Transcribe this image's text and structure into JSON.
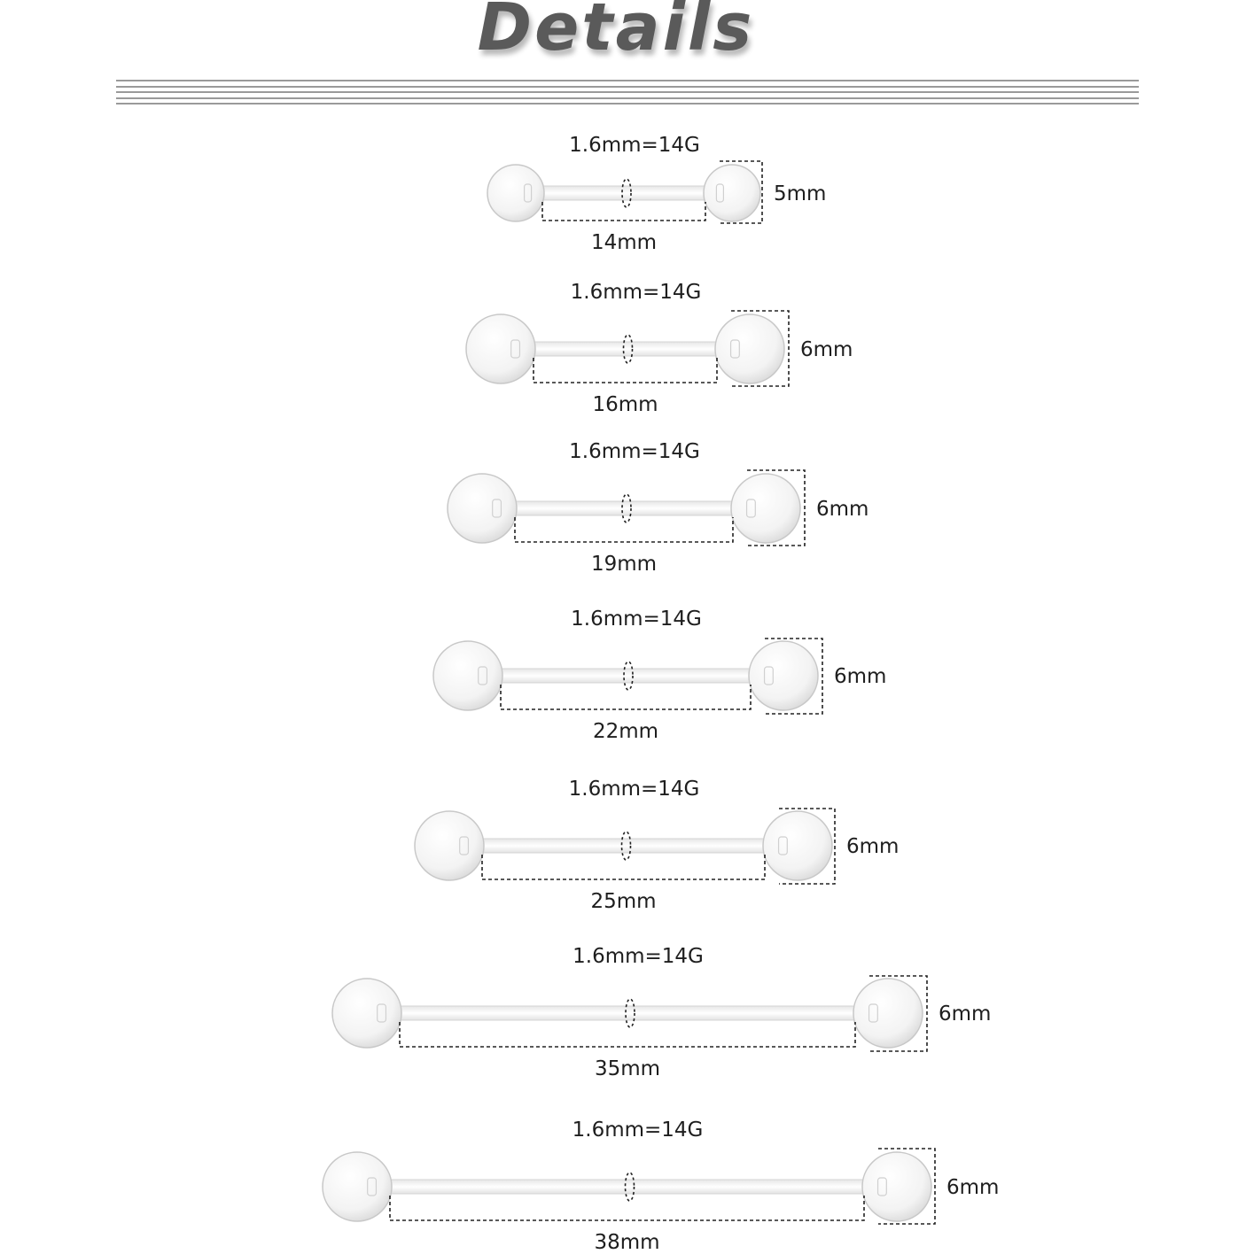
{
  "title": "Details",
  "items": [
    {
      "gauge": "1.6mm=14G",
      "length": "14mm",
      "ball": "5mm"
    },
    {
      "gauge": "1.6mm=14G",
      "length": "16mm",
      "ball": "6mm"
    },
    {
      "gauge": "1.6mm=14G",
      "length": "19mm",
      "ball": "6mm"
    },
    {
      "gauge": "1.6mm=14G",
      "length": "22mm",
      "ball": "6mm"
    },
    {
      "gauge": "1.6mm=14G",
      "length": "25mm",
      "ball": "6mm"
    },
    {
      "gauge": "1.6mm=14G",
      "length": "35mm",
      "ball": "6mm"
    },
    {
      "gauge": "1.6mm=14G",
      "length": "38mm",
      "ball": "6mm"
    }
  ]
}
